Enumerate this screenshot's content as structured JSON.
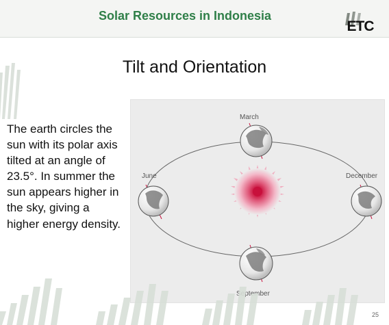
{
  "header": {
    "title": "Solar Resources in Indonesia",
    "logo_text": "ETC"
  },
  "slide": {
    "title": "Tilt and Orientation",
    "bullet": "The earth circles the sun with its polar axis tilted at an angle of 23.5°. In summer the sun appears higher in the sky, giving a higher energy density.",
    "page_number": "25"
  },
  "diagram": {
    "labels": {
      "march": "March",
      "june": "June",
      "december": "December",
      "september": "September"
    }
  },
  "colors": {
    "header_text": "#2f7f48",
    "header_background": "#f4f5f3",
    "diagram_background": "#ececec",
    "sun_core": "#c8103c",
    "sun_glow": "#f3b8c8"
  }
}
